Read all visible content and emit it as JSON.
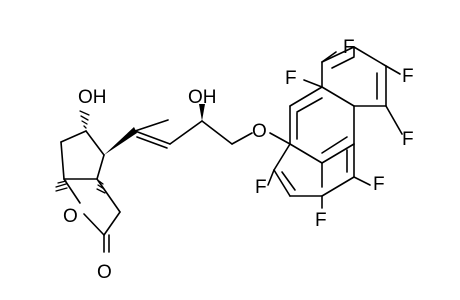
{
  "molecule": {
    "atoms": {
      "oh_ring": "OH",
      "oh_chain": "OH",
      "o_ether": "O",
      "o_lactone_ring": "O",
      "o_carbonyl": "O",
      "f1": "F",
      "f2": "F",
      "f3": "F",
      "f4": "F",
      "f5": "F",
      "f6": "F",
      "f7": "F"
    }
  }
}
